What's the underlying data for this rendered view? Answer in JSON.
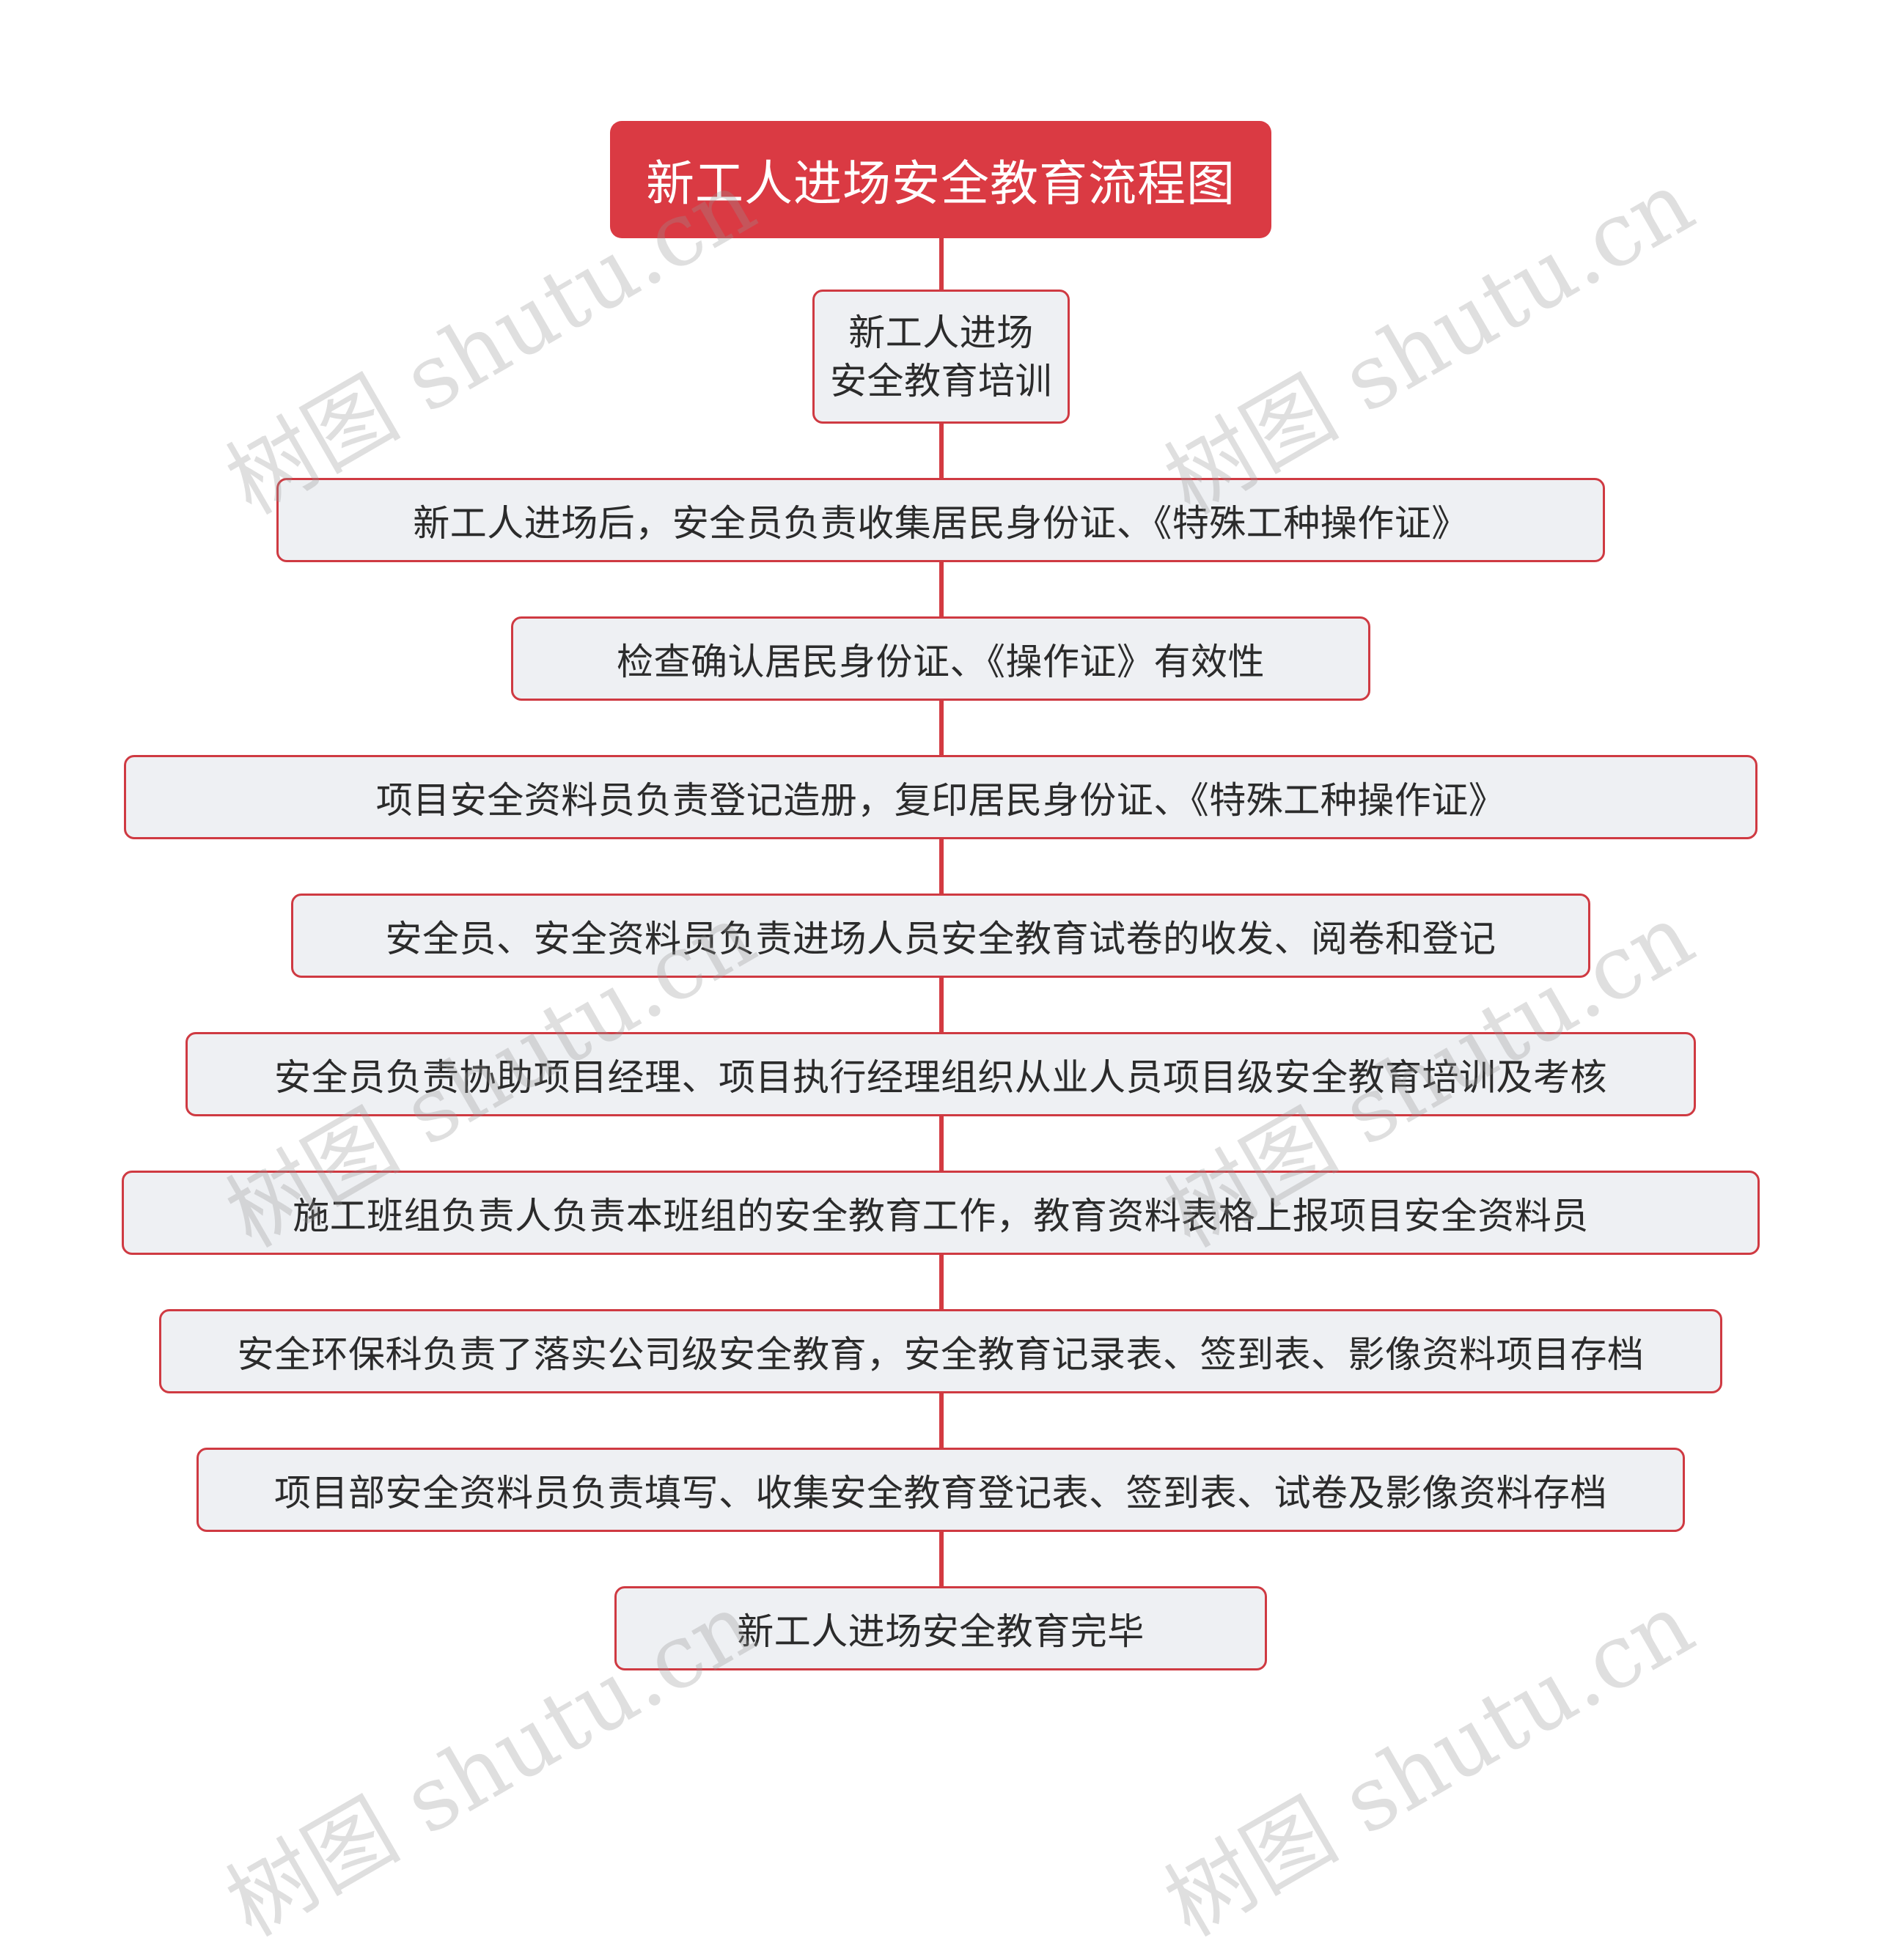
{
  "title": "新工人进场安全教育流程图",
  "steps": [
    {
      "line1": "新工人进场",
      "line2": "安全教育培训"
    },
    {
      "text": "新工人进场后，安全员负责收集居民身份证、《特殊工种操作证》"
    },
    {
      "text": "检查确认居民身份证、《操作证》有效性"
    },
    {
      "text": "项目安全资料员负责登记造册，复印居民身份证、《特殊工种操作证》"
    },
    {
      "text": "安全员、安全资料员负责进场人员安全教育试卷的收发、阅卷和登记"
    },
    {
      "text": "安全员负责协助项目经理、项目执行经理组织从业人员项目级安全教育培训及考核"
    },
    {
      "text": "施工班组负责人负责本班组的安全教育工作，教育资料表格上报项目安全资料员"
    },
    {
      "text": "安全环保科负责了落实公司级安全教育，安全教育记录表、签到表、影像资料项目存档"
    },
    {
      "text": "项目部安全资料员负责填写、收集安全教育登记表、签到表、试卷及影像资料存档"
    },
    {
      "text": "新工人进场安全教育完毕"
    }
  ],
  "watermark": "树图 shutu.cn",
  "colors": {
    "accent": "#da3a43",
    "node_fill": "#eef0f3",
    "node_border": "#cf3a42",
    "connector": "#d33a41"
  }
}
